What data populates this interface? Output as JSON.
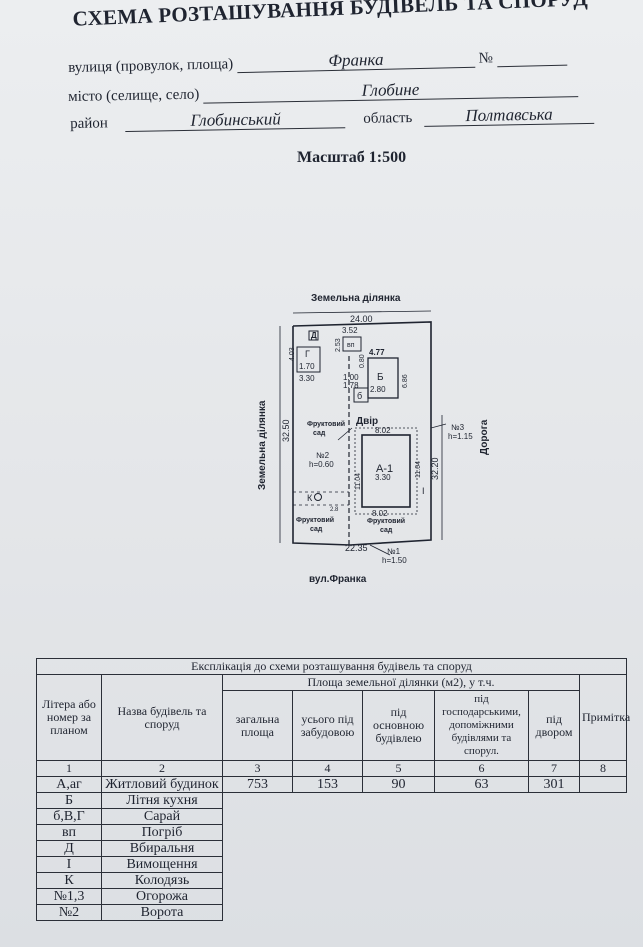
{
  "header": {
    "title": "СХЕМА РОЗТАШУВАННЯ БУДІВЕЛЬ ТА СПОРУД",
    "street_label": "вулиця (провулок, площа)",
    "street_value": "Франка",
    "number_label": "№",
    "number_value": "",
    "city_label": "місто (селище, село)",
    "city_value": "Глобине",
    "district_label": "район",
    "district_value": "Глобинський",
    "region_label": "область",
    "region_value": "Полтавська"
  },
  "scale": "Масштаб  1:500",
  "plan": {
    "top_label": "Земельна ділянка",
    "left_label": "Земельна ділянка",
    "right_label": "Дорога",
    "bottom_label": "вул.Франка",
    "dim_top": "24.00",
    "dim_left": "32.50",
    "dim_right": "32.20",
    "dim_bottom": "22.35",
    "d_352": "3.52",
    "d_253": "2.53",
    "d_080": "0.80",
    "d_477": "4.77",
    "d_403": "4.03",
    "d_170": "1.70",
    "d_330a": "3.30",
    "d_100": "1.00",
    "d_178": "1.78",
    "d_280": "2.80",
    "d_686": "6.86",
    "d_802a": "8.02",
    "d_802b": "8.02",
    "d_1104a": "11.04",
    "d_1104b": "11.04",
    "d_330b": "3.30",
    "lbl_d": "Д",
    "lbl_vp": "вп",
    "lbl_g": "Г",
    "lbl_b_big": "Б",
    "lbl_b_small": "б",
    "lbl_a": "А-1",
    "lbl_yard": "Двір",
    "lbl_ko": "К",
    "lbl_i": "І",
    "garden_1_line1": "Фруктовий",
    "garden_1_line2": "сад",
    "garden_2_line1": "Фруктовий",
    "garden_2_line2": "сад",
    "garden_3_line1": "Фруктовий",
    "garden_3_line2": "сад",
    "n2": "№2",
    "n2_h": "h=0.60",
    "n3": "№3",
    "n3_h": "h=1.15",
    "n1": "№1",
    "n1_h": "h=1.50",
    "small_2_8": "2.8"
  },
  "table": {
    "caption": "Експлікація до схеми розташування будівель та споруд",
    "col1_header": "Літера або номер за планом",
    "col2_header": "Назва будівель та споруд",
    "area_group_header": "Площа земельної ділянки (м2), у т.ч.",
    "col3_header": "загальна площа",
    "col4_header": "усього під забудовою",
    "col5_header": "під основною будівлею",
    "col6_header": "під господарськими, допоміжними будівлями та спорул.",
    "col7_header": "під двором",
    "col8_header": "Примітка",
    "col_numbers": [
      "1",
      "2",
      "3",
      "4",
      "5",
      "6",
      "7",
      "8"
    ],
    "rows": [
      {
        "code": "А,аг",
        "name": "Житловий будинок",
        "total": "753",
        "built": "153",
        "main": "90",
        "aux": "63",
        "yard": "301",
        "note": ""
      },
      {
        "code": "Б",
        "name": "Літня кухня"
      },
      {
        "code": "б,В,Г",
        "name": "Сарай"
      },
      {
        "code": "вп",
        "name": "Погріб"
      },
      {
        "code": "Д",
        "name": "Вбиральня"
      },
      {
        "code": "І",
        "name": "Вимощення"
      },
      {
        "code": "К",
        "name": "Колодязь"
      },
      {
        "code": "№1,3",
        "name": "Огорожа"
      },
      {
        "code": "№2",
        "name": "Ворота"
      }
    ]
  },
  "colors": {
    "ink": "#1f2430",
    "paper": "#e6e7e9"
  }
}
